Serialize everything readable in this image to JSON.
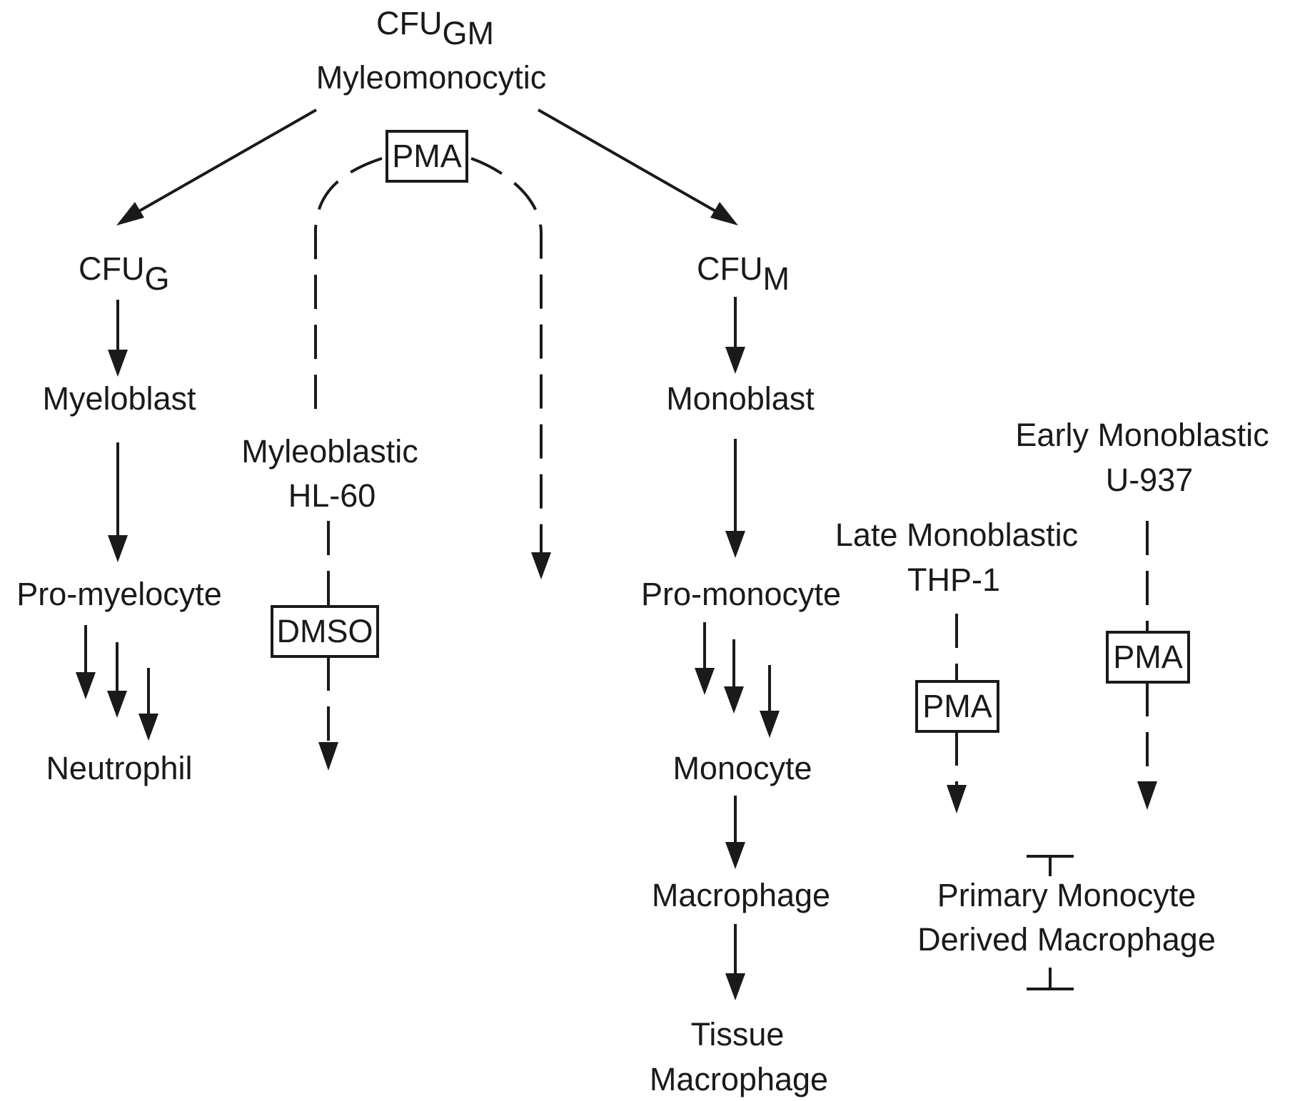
{
  "root": {
    "title": "CFU",
    "title_subscript": "GM",
    "label": "Myleomonocytic"
  },
  "granulocytic": {
    "title": "CFU",
    "title_subscript": "G",
    "stages": [
      "Myeloblast",
      "Pro-myelocyte",
      "Neutrophil"
    ]
  },
  "monocytic": {
    "title": "CFU",
    "title_subscript": "M",
    "stages": [
      "Monoblast",
      "Pro-monocyte",
      "Monocyte",
      "Macrophage",
      "Tissue",
      "Macrophage"
    ]
  },
  "hl60": {
    "line1": "Myleoblastic",
    "line2": "HL-60",
    "treatment": "DMSO"
  },
  "root_treatment": "PMA",
  "thp1": {
    "line1": "Late Monoblastic",
    "line2": "THP-1",
    "treatment": "PMA"
  },
  "u937": {
    "line1": "Early Monoblastic",
    "line2": "U-937",
    "treatment": "PMA"
  },
  "primary": {
    "line1": "Primary Monocyte",
    "line2": "Derived Macrophage"
  }
}
